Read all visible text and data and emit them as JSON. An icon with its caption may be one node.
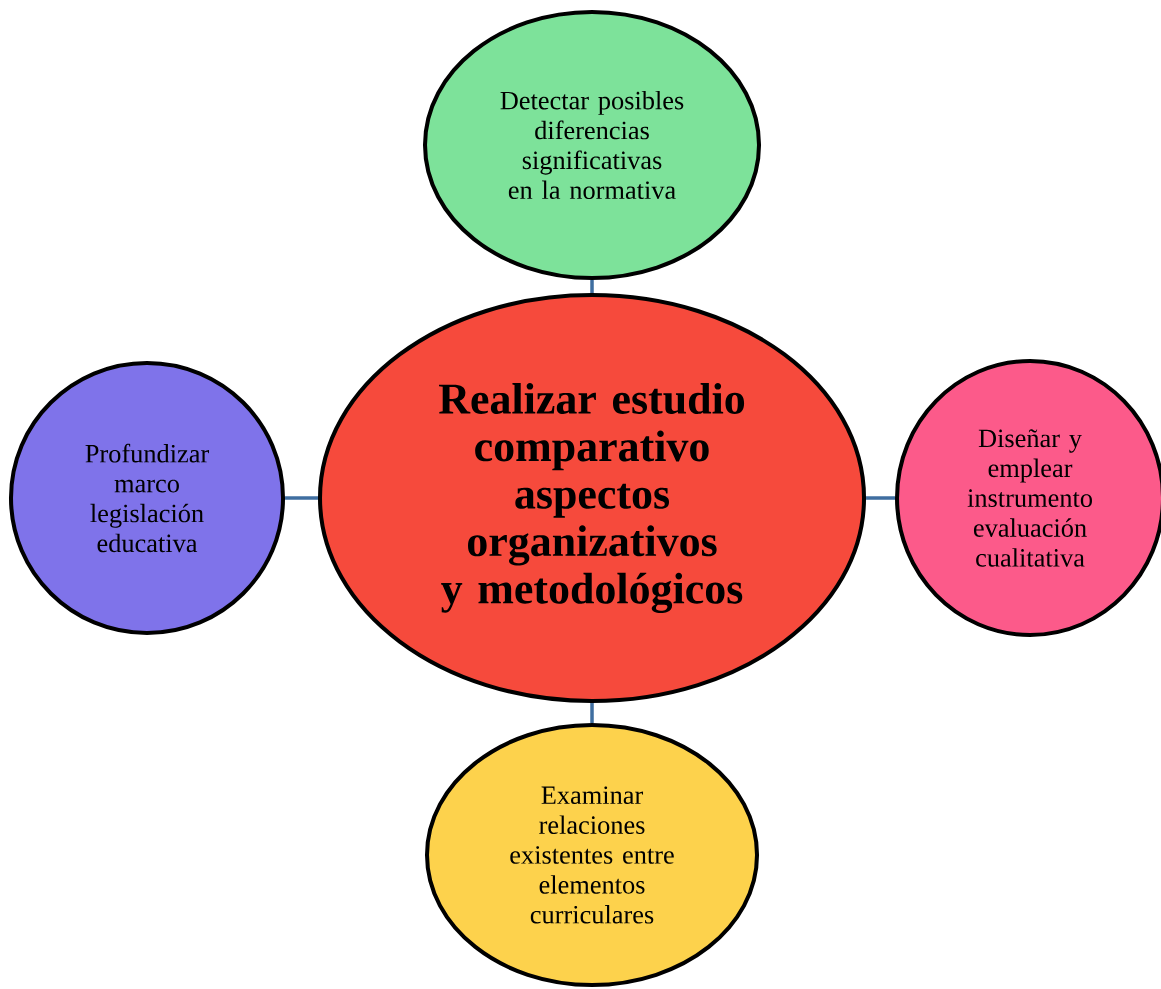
{
  "diagram": {
    "nodes": [
      {
        "text": [
          "Detectar posibles diferencias significativas en la normativa"
        ]
      },
      {
        "text": [
          "Profundizar marco legislación educativa"
        ]
      },
      {
        "text": [
          "Realizar estudio comparativo aspectos organizativos y metodológicos"
        ]
      },
      {
        "text": [
          "Diseñar y emplear instrumento evaluación cualitativa"
        ]
      },
      {
        "text": [
          "Examinar relaciones existentes entre elementos curriculares"
        ]
      }
    ],
    "edges": [
      {
        "from": 2,
        "to": 0,
        "arrow": "none"
      },
      {
        "from": 2,
        "to": 1,
        "arrow": "none"
      },
      {
        "from": 2,
        "to": 3,
        "arrow": "none"
      },
      {
        "from": 2,
        "to": 4,
        "arrow": "none"
      }
    ]
  }
}
